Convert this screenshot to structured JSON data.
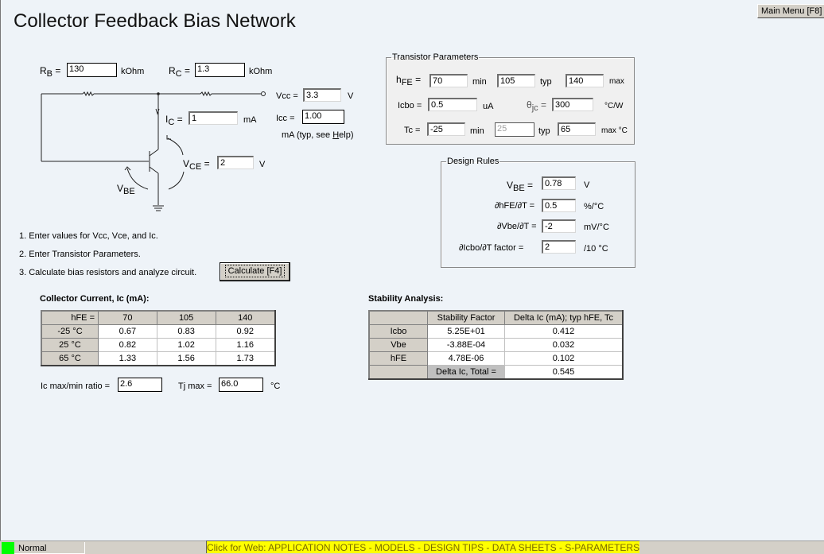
{
  "window": {
    "title": "Collector Feedback Bias Network",
    "main_menu_button": "Main Menu [F8]"
  },
  "resistors": {
    "rb_label": "R",
    "rb_sub": "B",
    "rb_eq": "=",
    "rb_value": "130",
    "rb_unit": "kOhm",
    "rc_label": "R",
    "rc_sub": "C",
    "rc_eq": "=",
    "rc_value": "1.3",
    "rc_unit": "kOhm"
  },
  "circuit": {
    "vcc_label": "Vcc =",
    "vcc_value": "3.3",
    "vcc_unit": "V",
    "icc_label": "Icc =",
    "icc_value": "1.00",
    "icc_note_prefix": "mA (typ, see ",
    "icc_note_link": "H",
    "icc_note_suffix": "elp)",
    "ic_label": "I",
    "ic_sub": "C",
    "ic_eq": "=",
    "ic_value": "1",
    "ic_unit": "mA",
    "vce_label": "V",
    "vce_sub": "CE",
    "vce_eq": "=",
    "vce_value": "2",
    "vce_unit": "V",
    "vbe_label": "V",
    "vbe_sub": "BE"
  },
  "transistor_params": {
    "legend": "Transistor Parameters",
    "hfe_label": "h",
    "hfe_sub": "FE",
    "hfe_eq": "=",
    "hfe_min": "70",
    "hfe_min_label": "min",
    "hfe_typ": "105",
    "hfe_typ_label": "typ",
    "hfe_max": "140",
    "hfe_max_label": "max",
    "icbo_label": "Icbo =",
    "icbo_value": "0.5",
    "icbo_unit": "uA",
    "theta_label": "θ",
    "theta_sub": "jc",
    "theta_eq": "=",
    "theta_value": "300",
    "theta_unit": "°C/W",
    "tc_label": "Tc =",
    "tc_min": "-25",
    "tc_min_label": "min",
    "tc_typ": "25",
    "tc_typ_label": "typ",
    "tc_max": "65",
    "tc_max_label": "max °C"
  },
  "design_rules": {
    "legend": "Design Rules",
    "vbe_label": "V",
    "vbe_sub": "BE",
    "vbe_eq": "=",
    "vbe_value": "0.78",
    "vbe_unit": "V",
    "dhfe_label": "∂hFE/∂T =",
    "dhfe_value": "0.5",
    "dhfe_unit": "%/°C",
    "dvbe_label": "∂Vbe/∂T =",
    "dvbe_value": "-2",
    "dvbe_unit": "mV/°C",
    "dicbo_label": "∂Icbo/∂T factor =",
    "dicbo_value": "2",
    "dicbo_unit": "/10 °C"
  },
  "instructions": {
    "step1": "1. Enter values for Vcc, Vce, and  Ic.",
    "step2": "2. Enter Transistor Parameters.",
    "step3": "3. Calculate bias resistors and analyze circuit.",
    "calculate_button": "Calculate  [F4]"
  },
  "collector_current": {
    "title": "Collector Current, Ic (mA):",
    "corner": "hFE =",
    "columns": [
      "70",
      "105",
      "140"
    ],
    "rows": [
      {
        "temp": "-25 °C",
        "values": [
          "0.67",
          "0.83",
          "0.92"
        ]
      },
      {
        "temp": "25 °C",
        "values": [
          "0.82",
          "1.02",
          "1.16"
        ]
      },
      {
        "temp": "65 °C",
        "values": [
          "1.33",
          "1.56",
          "1.73"
        ]
      }
    ],
    "ratio_label": "Ic max/min ratio =",
    "ratio_value": "2.6",
    "tj_label": "Tj max  =",
    "tj_value": "66.0",
    "tj_unit": "°C"
  },
  "stability": {
    "title": "Stability Analysis:",
    "columns": [
      "",
      "Stability Factor",
      "Delta Ic (mA); typ hFE, Tc"
    ],
    "rows": [
      {
        "name": "Icbo",
        "factor": "5.25E+01",
        "delta": "0.412"
      },
      {
        "name": "Vbe",
        "factor": "-3.88E-04",
        "delta": "0.032"
      },
      {
        "name": "hFE",
        "factor": "4.78E-06",
        "delta": "0.102"
      }
    ],
    "total_label": "Delta Ic, Total =",
    "total_value": "0.545"
  },
  "statusbar": {
    "mode": "Normal",
    "mode_color": "#00ff00",
    "web_link": "Click for Web: APPLICATION NOTES - MODELS - DESIGN TIPS - DATA SHEETS - S-PARAMETERS",
    "web_link_bg": "#ffff00"
  }
}
